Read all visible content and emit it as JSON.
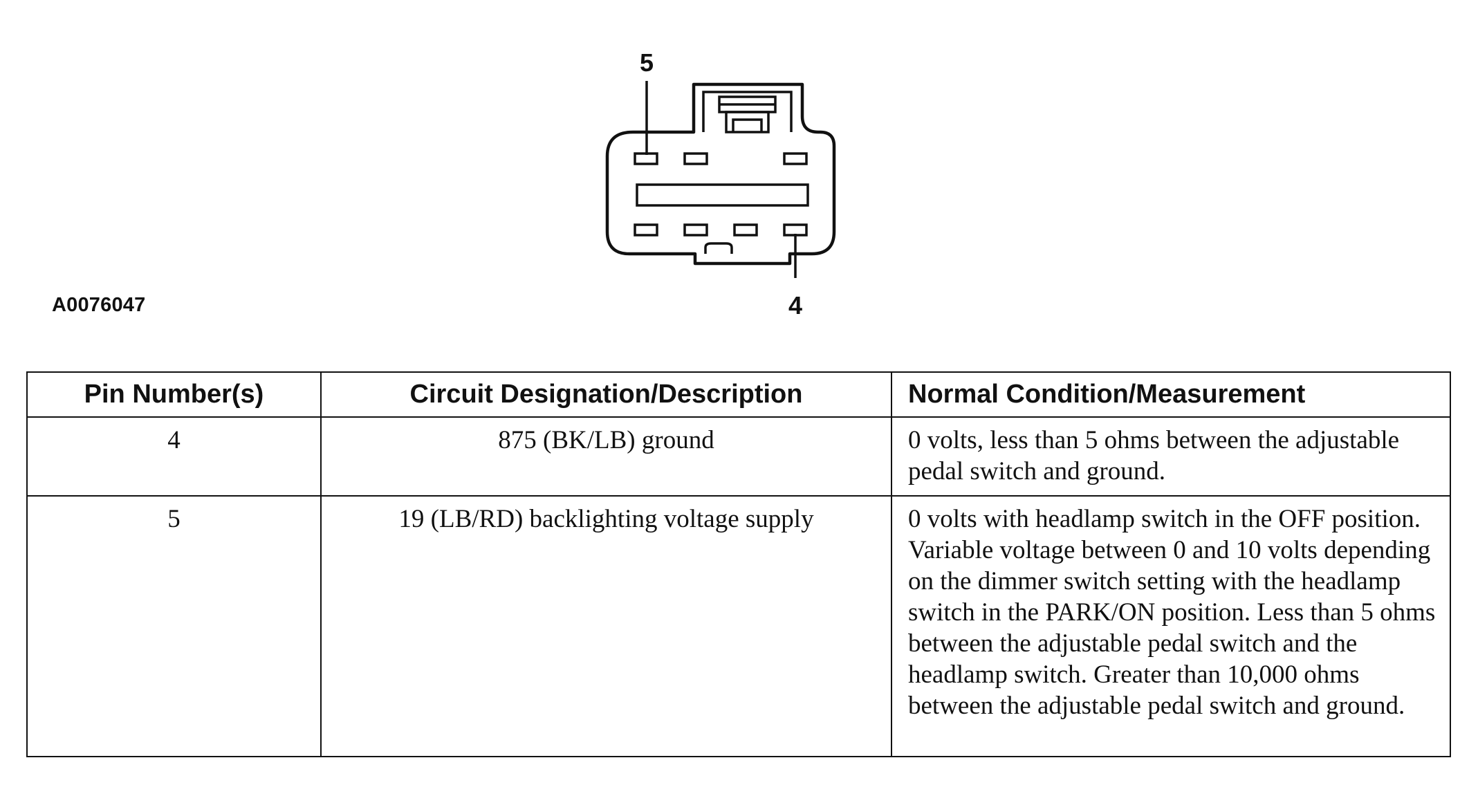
{
  "diagram": {
    "figure_id": "A0076047",
    "pin_callouts": [
      "5",
      "4"
    ]
  },
  "table": {
    "headers": {
      "pin": "Pin Number(s)",
      "circuit": "Circuit Designation/Description",
      "condition": "Normal Condition/Measurement"
    },
    "rows": [
      {
        "pin": "4",
        "circuit": "875 (BK/LB) ground",
        "condition": "0 volts, less than 5 ohms between the adjustable pedal switch and ground."
      },
      {
        "pin": "5",
        "circuit": "19 (LB/RD) backlighting voltage supply",
        "condition": "0 volts with headlamp switch in the OFF position. Variable voltage between 0 and 10 volts depending on the dimmer switch setting with the headlamp switch in the PARK/ON position. Less than 5 ohms between the adjustable pedal switch and the headlamp switch. Greater than 10,000 ohms between the adjustable pedal switch and ground."
      }
    ]
  }
}
